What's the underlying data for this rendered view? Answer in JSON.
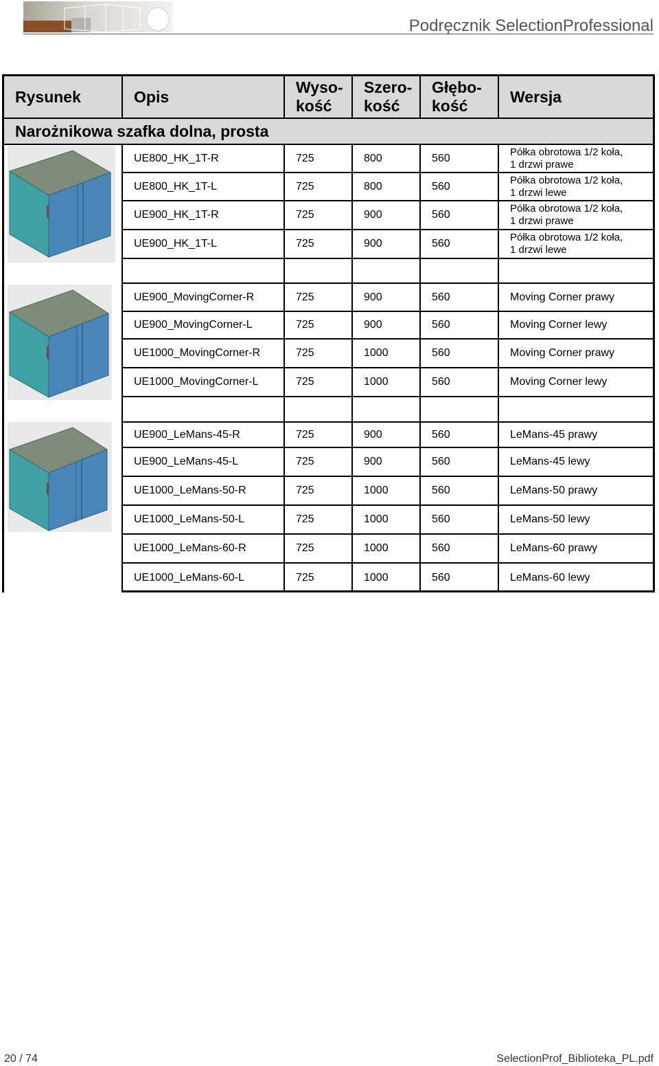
{
  "header": {
    "title": "Podręcznik SelectionProfessional"
  },
  "table": {
    "columns": [
      "Rysunek",
      "Opis",
      "Wyso-\nkość",
      "Szero-\nkość",
      "Głębo-\nkość",
      "Wersja"
    ],
    "col_wyso": [
      "Wyso-",
      "kość"
    ],
    "col_szero": [
      "Szero-",
      "kość"
    ],
    "col_glebo": [
      "Głębo-",
      "kość"
    ],
    "section_title": "Narożnikowa szafka dolna, prosta",
    "groups": [
      {
        "rows": [
          {
            "opis": "UE800_HK_1T-R",
            "wys": "725",
            "szer": "800",
            "gleb": "560",
            "wersja1": "Półka obrotowa 1/2 koła,",
            "wersja2": "1 drzwi prawe"
          },
          {
            "opis": "UE800_HK_1T-L",
            "wys": "725",
            "szer": "800",
            "gleb": "560",
            "wersja1": "Półka obrotowa 1/2 koła,",
            "wersja2": "1 drzwi lewe"
          },
          {
            "opis": "UE900_HK_1T-R",
            "wys": "725",
            "szer": "900",
            "gleb": "560",
            "wersja1": "Półka obrotowa 1/2 koła,",
            "wersja2": "1 drzwi prawe"
          },
          {
            "opis": "UE900_HK_1T-L",
            "wys": "725",
            "szer": "900",
            "gleb": "560",
            "wersja1": "Półka obrotowa 1/2 koła,",
            "wersja2": "1 drzwi lewe"
          }
        ]
      },
      {
        "rows": [
          {
            "opis": "UE900_MovingCorner-R",
            "wys": "725",
            "szer": "900",
            "gleb": "560",
            "wersja": "Moving Corner prawy"
          },
          {
            "opis": "UE900_MovingCorner-L",
            "wys": "725",
            "szer": "900",
            "gleb": "560",
            "wersja": "Moving Corner lewy"
          },
          {
            "opis": "UE1000_MovingCorner-R",
            "wys": "725",
            "szer": "1000",
            "gleb": "560",
            "wersja": "Moving Corner prawy"
          },
          {
            "opis": "UE1000_MovingCorner-L",
            "wys": "725",
            "szer": "1000",
            "gleb": "560",
            "wersja": "Moving Corner lewy"
          }
        ]
      },
      {
        "rows": [
          {
            "opis": "UE900_LeMans-45-R",
            "wys": "725",
            "szer": "900",
            "gleb": "560",
            "wersja": "LeMans-45 prawy"
          },
          {
            "opis": "UE900_LeMans-45-L",
            "wys": "725",
            "szer": "900",
            "gleb": "560",
            "wersja": "LeMans-45 lewy"
          },
          {
            "opis": "UE1000_LeMans-50-R",
            "wys": "725",
            "szer": "1000",
            "gleb": "560",
            "wersja": "LeMans-50 prawy"
          },
          {
            "opis": "UE1000_LeMans-50-L",
            "wys": "725",
            "szer": "1000",
            "gleb": "560",
            "wersja": "LeMans-50 lewy"
          },
          {
            "opis": "UE1000_LeMans-60-R",
            "wys": "725",
            "szer": "1000",
            "gleb": "560",
            "wersja": "LeMans-60 prawy"
          },
          {
            "opis": "UE1000_LeMans-60-L",
            "wys": "725",
            "szer": "1000",
            "gleb": "560",
            "wersja": "LeMans-60 lewy"
          }
        ]
      }
    ]
  },
  "footer": {
    "page": "20 / 74",
    "file": "SelectionProf_Biblioteka_PL.pdf"
  },
  "colors": {
    "header_bg": "#d9d9d9",
    "cabinet_top": "#7f8c7a",
    "cabinet_front": "#3f9aa3",
    "cabinet_side": "#4a86b8"
  }
}
